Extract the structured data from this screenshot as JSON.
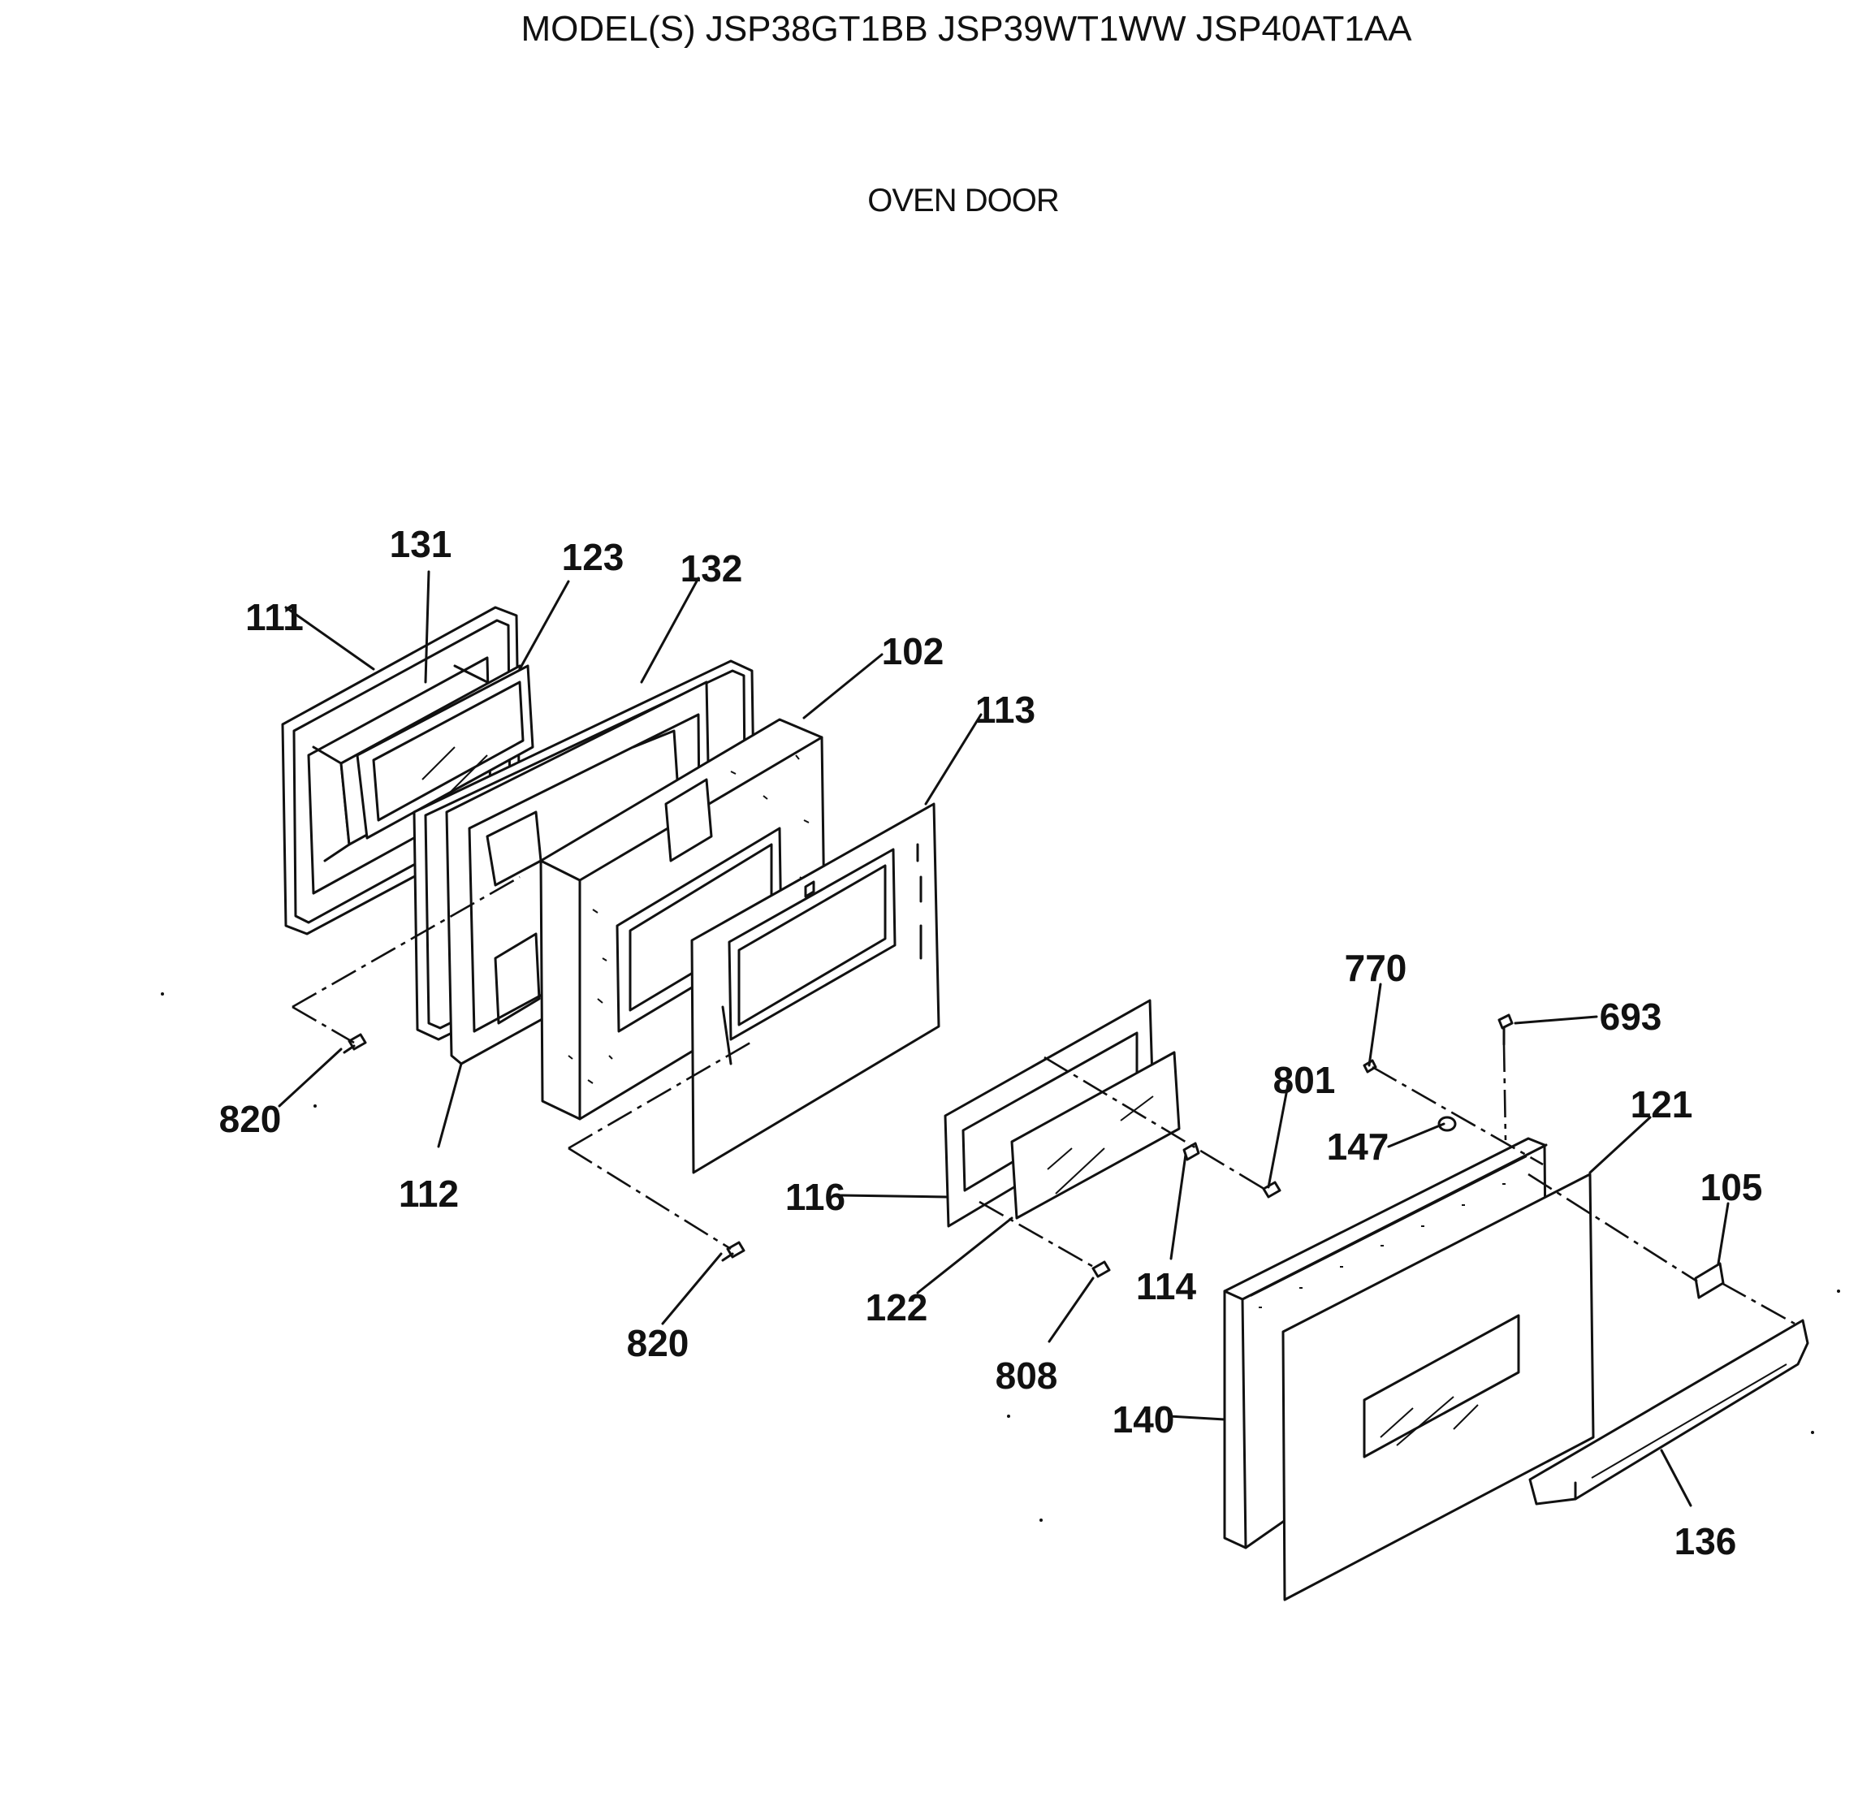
{
  "header": {
    "models_line": "MODEL(S) JSP38GT1BB  JSP39WT1WW  JSP40AT1AA",
    "section_title": "OVEN DOOR"
  },
  "callouts": {
    "c111": "111",
    "c131": "131",
    "c123": "123",
    "c132": "132",
    "c102": "102",
    "c113": "113",
    "c820a": "820",
    "c112": "112",
    "c116": "116",
    "c820b": "820",
    "c122": "122",
    "c808": "808",
    "c114": "114",
    "c801": "801",
    "c770": "770",
    "c693": "693",
    "c147": "147",
    "c121": "121",
    "c105": "105",
    "c140": "140",
    "c136": "136"
  }
}
